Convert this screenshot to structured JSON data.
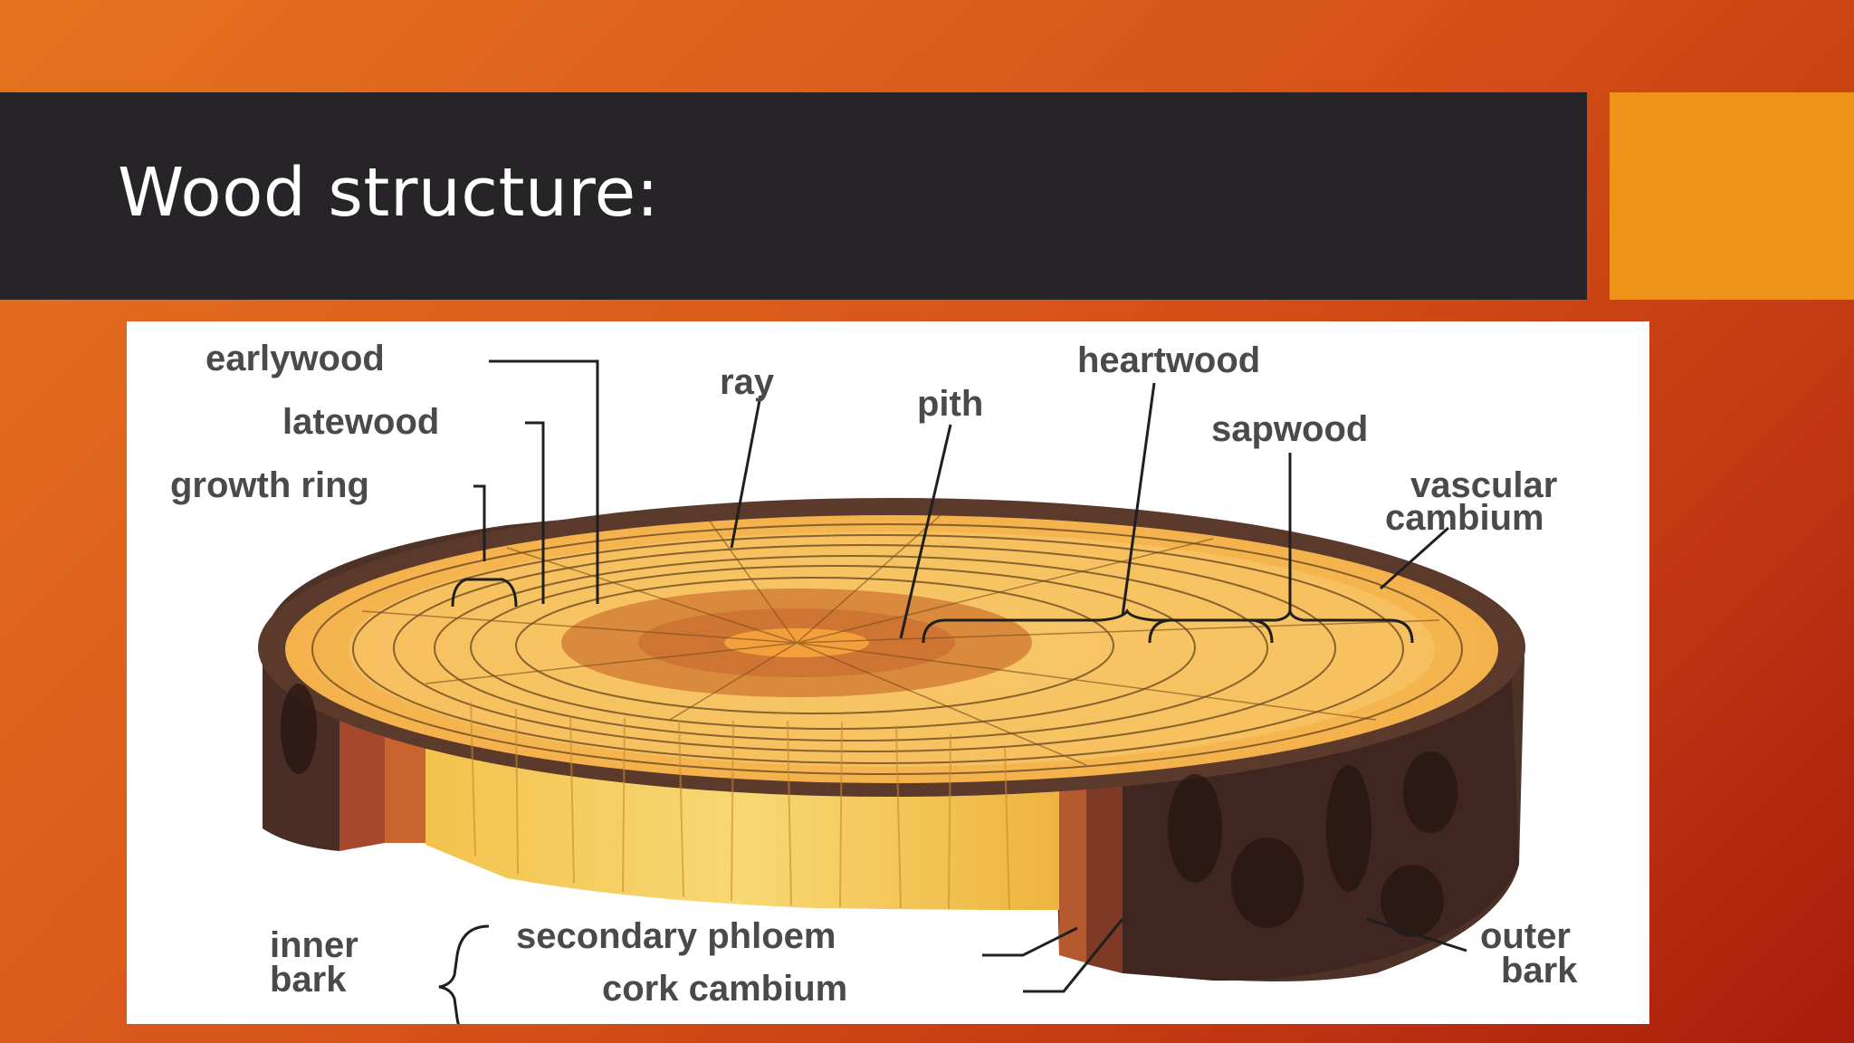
{
  "slide": {
    "title": "Wood structure:"
  },
  "diagram": {
    "labels": {
      "earlywood": "earlywood",
      "latewood": "latewood",
      "growth_ring": "growth ring",
      "ray": "ray",
      "pith": "pith",
      "heartwood": "heartwood",
      "sapwood": "sapwood",
      "vascular": "vascular",
      "cambium": "cambium",
      "inner": "inner",
      "bark_inner": "bark",
      "secondary_phloem": "secondary phloem",
      "cork_cambium": "cork cambium",
      "outer": "outer",
      "bark_outer": "bark"
    }
  },
  "colors": {
    "background_start": "#e4731f",
    "background_end": "#a81c0c",
    "title_bar": "#262427",
    "accent": "#ef9219"
  }
}
